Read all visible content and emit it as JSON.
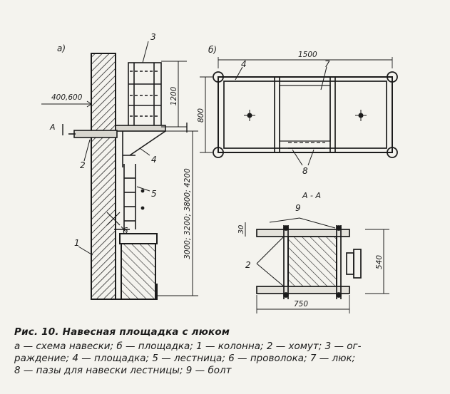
{
  "figure": {
    "panel_a_label": "а)",
    "panel_b_label": "б)",
    "section_a_a_label": "А - А",
    "section_marker": "А",
    "callouts": [
      "1",
      "2",
      "3",
      "4",
      "5",
      "6",
      "7",
      "8",
      "9"
    ],
    "dimensions": {
      "dim_400_600": "400,600",
      "dim_1200": "1200",
      "dim_3000": "3000; 3200; 3800; 4200",
      "dim_1500": "1500",
      "dim_800": "800",
      "dim_30": "30",
      "dim_540": "540",
      "dim_750": "750"
    }
  },
  "caption": {
    "title": "Рис. 10. Навесная площадка с люком",
    "lines": [
      "а — схема навески; б — площадка; 1 — колонна; 2 — хомут; 3 — ог-",
      "раждение; 4 — площадка; 5 — лестница; 6 — проволока; 7 — люк;",
      "8 — пазы для навески лестницы; 9 — болт"
    ]
  }
}
